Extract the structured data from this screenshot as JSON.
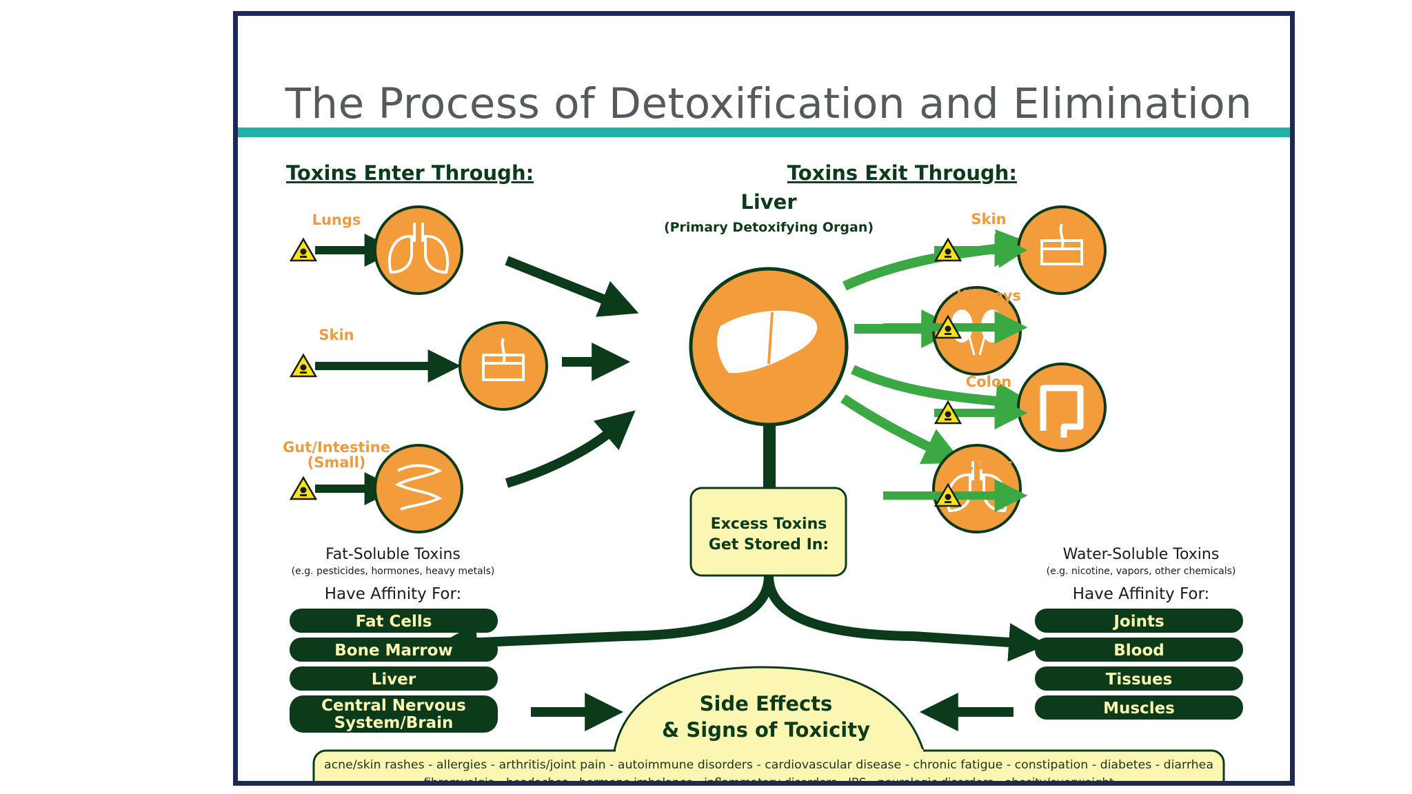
{
  "title": "The Process of Detoxification and Elimination",
  "enter": {
    "heading": "Toxins Enter Through:",
    "lungs": "Lungs",
    "skin": "Skin",
    "gut": "Gut/Intestine",
    "gut_sub": "(Small)"
  },
  "exit": {
    "heading": "Toxins Exit Through:",
    "skin": "Skin",
    "kidneys": "Kidneys",
    "colon": "Colon",
    "lungs": "Lungs"
  },
  "liver": {
    "label": "Liver",
    "sub": "(Primary Detoxifying Organ)"
  },
  "stored": {
    "line1": "Excess Toxins",
    "line2": "Get Stored In:"
  },
  "fat": {
    "title": "Fat-Soluble Toxins",
    "examples": "(e.g. pesticides, hormones, heavy metals)",
    "affinity": "Have Affinity For:",
    "items": [
      "Fat Cells",
      "Bone Marrow",
      "Liver",
      "Central Nervous",
      "System/Brain"
    ]
  },
  "water": {
    "title": "Water-Soluble Toxins",
    "examples": "(e.g. nicotine, vapors, other chemicals)",
    "affinity": "Have Affinity For:",
    "items": [
      "Joints",
      "Blood",
      "Tissues",
      "Muscles"
    ]
  },
  "side_effects": {
    "line1": "Side Effects",
    "line2": "& Signs of Toxicity",
    "list1": "acne/skin rashes - allergies - arthritis/joint pain - autoimmune disorders - cardiovascular disease - chronic fatigue - constipation - diabetes - diarrhea",
    "list2": "fibromyalgia - headaches - hormone imbalance - inflammatory disorders - IBS - neurologic disorders - obesity/overweight"
  },
  "colors": {
    "orange": "#f39c3c",
    "dark_green": "#0b3b1b",
    "light_green": "#3aa843",
    "yellow": "#fbf7b2",
    "teal": "#24b0a8",
    "frame": "#1c2a55"
  }
}
